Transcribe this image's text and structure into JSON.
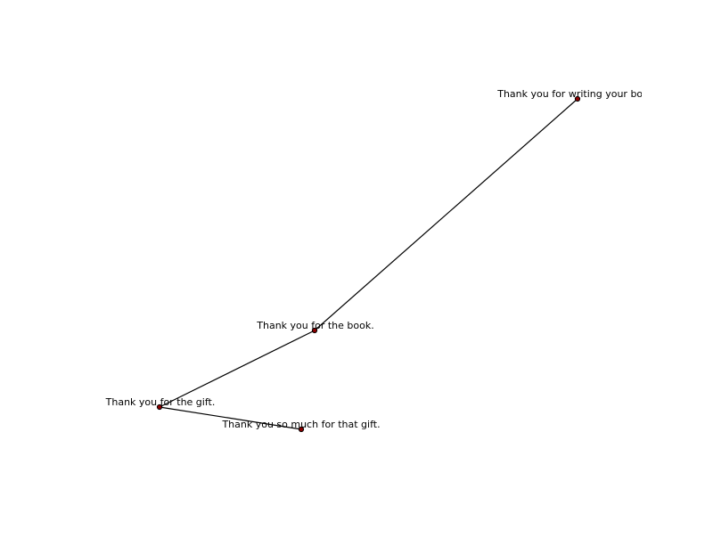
{
  "graph": {
    "nodes": [
      {
        "id": "n1",
        "label": "Thank you for writing your book."
      },
      {
        "id": "n2",
        "label": "Thank you for the book."
      },
      {
        "id": "n3",
        "label": "Thank you for the gift."
      },
      {
        "id": "n4",
        "label": "Thank you so much for that gift."
      }
    ],
    "edges": [
      {
        "from": "n1",
        "to": "n2"
      },
      {
        "from": "n2",
        "to": "n3"
      },
      {
        "from": "n3",
        "to": "n4"
      }
    ],
    "colors": {
      "node_fill": "#8b0000",
      "node_stroke": "#000000",
      "edge": "#000000",
      "label": "#000000",
      "background": "#ffffff"
    }
  }
}
